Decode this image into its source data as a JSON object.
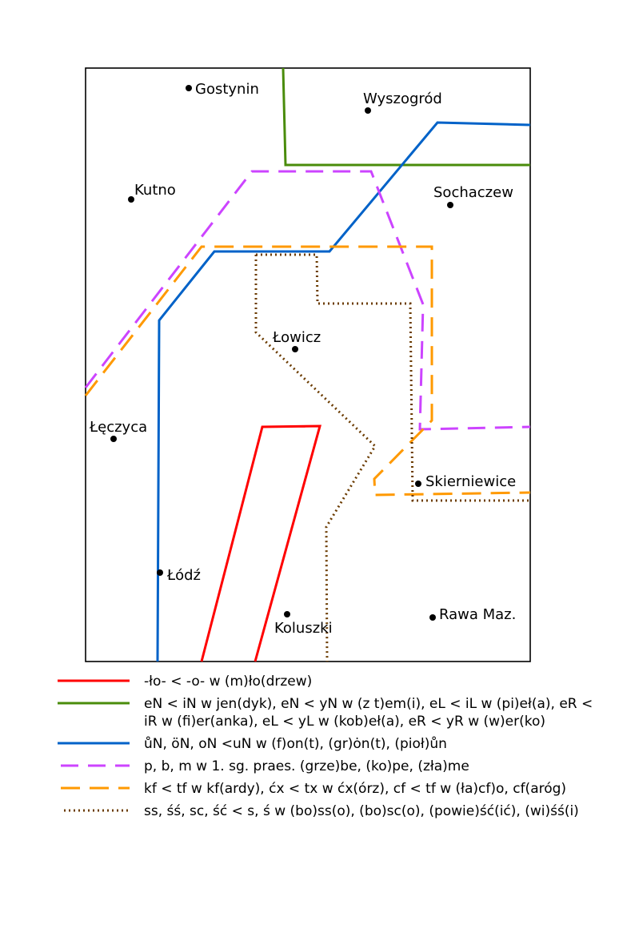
{
  "towns": [
    {
      "id": "gostynin",
      "name": "Gostynin"
    },
    {
      "id": "wyszogrod",
      "name": "Wyszogród"
    },
    {
      "id": "kutno",
      "name": "Kutno"
    },
    {
      "id": "sochaczew",
      "name": "Sochaczew"
    },
    {
      "id": "lowicz",
      "name": "Łowicz"
    },
    {
      "id": "leczyca",
      "name": "Łęczyca"
    },
    {
      "id": "skierniewice",
      "name": "Skierniewice"
    },
    {
      "id": "lodz",
      "name": "Łódź"
    },
    {
      "id": "koluszki",
      "name": "Koluszki"
    },
    {
      "id": "rawa",
      "name": "Rawa Maz."
    }
  ],
  "isoglosses": [
    {
      "id": "red",
      "color": "#ff0000",
      "style": "solid",
      "text": "-ło- < -o- w (m)ło(drzew)"
    },
    {
      "id": "green",
      "color": "#4a8c0b",
      "style": "solid",
      "text": "eN < iN w jen(dyk), eN < yN w (z t)em(i), eL < iL w (pi)eł(a), eR < iR w (fi)er(anka), eL < yL w (kob)eł(a), eR < yR w (w)er(ko)"
    },
    {
      "id": "blue",
      "color": "#0062c8",
      "style": "solid",
      "text": "ůN, öN, oN <uN w (f)on(t), (gr)ȯn(t), (pioł)ůn"
    },
    {
      "id": "violet",
      "color": "#cc44ff",
      "style": "dashed",
      "text": "p, b, m w 1. sg. praes. (grze)be, (ko)pe, (zła)me"
    },
    {
      "id": "orange",
      "color": "#ff9900",
      "style": "dashed",
      "text": "kf < tf w kf(ardy), ćx < tx w ćx(órz), cf < tf w (ła)cf)o, cf(aróg)"
    },
    {
      "id": "brown",
      "color": "#6b3b00",
      "style": "dotted",
      "text": "ss, śś, sc, ść < s, ś w (bo)ss(o), (bo)sc(o), (powie)ść(ić), (wi)śś(i)"
    }
  ]
}
